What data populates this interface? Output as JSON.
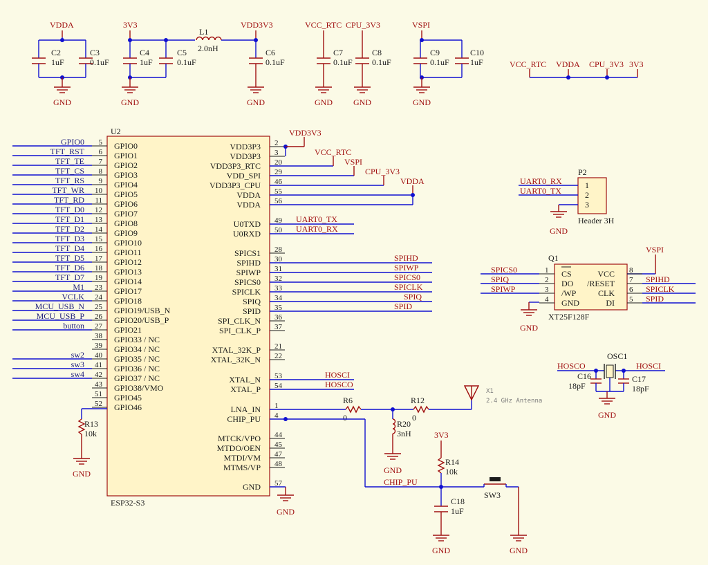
{
  "top_row": {
    "nets": [
      "VDDA",
      "3V3",
      "VDD3V3",
      "VCC_RTC",
      "CPU_3V3",
      "VSPI"
    ],
    "caps": [
      {
        "ref": "C2",
        "value": "1uF"
      },
      {
        "ref": "C3",
        "value": "0.1uF"
      },
      {
        "ref": "C4",
        "value": "1uF"
      },
      {
        "ref": "C5",
        "value": "0.1uF"
      },
      {
        "ref": "C6",
        "value": "0.1uF"
      },
      {
        "ref": "C7",
        "value": "0.1uF"
      },
      {
        "ref": "C8",
        "value": "0.1uF"
      },
      {
        "ref": "C9",
        "value": "0.1uF"
      },
      {
        "ref": "C10",
        "value": "1uF"
      }
    ],
    "inductor": {
      "ref": "L1",
      "value": "2.0nH"
    },
    "gnd_label": "GND",
    "tie_nets": [
      "VCC_RTC",
      "VDDA",
      "CPU_3V3",
      "3V3"
    ]
  },
  "u2": {
    "ref": "U2",
    "part": "ESP32-S3",
    "left_pins": [
      {
        "num": "5",
        "name": "GPIO0",
        "net": "GPIO0"
      },
      {
        "num": "6",
        "name": "GPIO1",
        "net": "TFT_RST"
      },
      {
        "num": "7",
        "name": "GPIO2",
        "net": "TFT_TE"
      },
      {
        "num": "8",
        "name": "GPIO3",
        "net": "TFT_CS"
      },
      {
        "num": "9",
        "name": "GPIO4",
        "net": "TFT_RS"
      },
      {
        "num": "10",
        "name": "GPIO5",
        "net": "TFT_WR"
      },
      {
        "num": "11",
        "name": "GPIO6",
        "net": "TFT_RD"
      },
      {
        "num": "12",
        "name": "GPIO7",
        "net": "TFT_D0"
      },
      {
        "num": "13",
        "name": "GPIO8",
        "net": "TFT_D1"
      },
      {
        "num": "14",
        "name": "GPIO9",
        "net": "TFT_D2"
      },
      {
        "num": "15",
        "name": "GPIO10",
        "net": "TFT_D3"
      },
      {
        "num": "16",
        "name": "GPIO11",
        "net": "TFT_D4"
      },
      {
        "num": "17",
        "name": "GPIO12",
        "net": "TFT_D5"
      },
      {
        "num": "18",
        "name": "GPIO13",
        "net": "TFT_D6"
      },
      {
        "num": "19",
        "name": "GPIO14",
        "net": "TFT_D7"
      },
      {
        "num": "23",
        "name": "GPIO17",
        "net": "M1"
      },
      {
        "num": "24",
        "name": "GPIO18",
        "net": "VCLK"
      },
      {
        "num": "25",
        "name": "GPIO19/USB_N",
        "net": "MCU_USB_N"
      },
      {
        "num": "26",
        "name": "GPIO20/USB_P",
        "net": "MCU_USB_P"
      },
      {
        "num": "27",
        "name": "GPIO21",
        "net": "button"
      },
      {
        "num": "38",
        "name": "GPIO33 / NC",
        "net": ""
      },
      {
        "num": "39",
        "name": "GPIO34 / NC",
        "net": ""
      },
      {
        "num": "40",
        "name": "GPIO35 / NC",
        "net": "sw2"
      },
      {
        "num": "41",
        "name": "GPIO36 / NC",
        "net": "sw3"
      },
      {
        "num": "42",
        "name": "GPIO37 / NC",
        "net": "sw4"
      },
      {
        "num": "43",
        "name": "GPIO38/VMO",
        "net": ""
      },
      {
        "num": "51",
        "name": "GPIO45",
        "net": ""
      },
      {
        "num": "52",
        "name": "GPIO46",
        "net": ""
      }
    ],
    "right_pins": [
      {
        "num": "2",
        "name": "VDD3P3"
      },
      {
        "num": "3",
        "name": "VDD3P3"
      },
      {
        "num": "20",
        "name": "VDD3P3_RTC"
      },
      {
        "num": "29",
        "name": "VDD_SPI"
      },
      {
        "num": "46",
        "name": "VDD3P3_CPU"
      },
      {
        "num": "55",
        "name": "VDDA"
      },
      {
        "num": "56",
        "name": "VDDA"
      },
      {
        "num": "49",
        "name": "U0TXD"
      },
      {
        "num": "50",
        "name": "U0RXD"
      },
      {
        "num": "28",
        "name": "SPICS1"
      },
      {
        "num": "30",
        "name": "SPIHD"
      },
      {
        "num": "31",
        "name": "SPIWP"
      },
      {
        "num": "32",
        "name": "SPICS0"
      },
      {
        "num": "33",
        "name": "SPICLK"
      },
      {
        "num": "34",
        "name": "SPIQ"
      },
      {
        "num": "35",
        "name": "SPID"
      },
      {
        "num": "36",
        "name": "SPI_CLK_N"
      },
      {
        "num": "37",
        "name": "SPI_CLK_P"
      },
      {
        "num": "21",
        "name": "XTAL_32K_P"
      },
      {
        "num": "22",
        "name": "XTAL_32K_N"
      },
      {
        "num": "53",
        "name": "XTAL_N"
      },
      {
        "num": "54",
        "name": "XTAL_P"
      },
      {
        "num": "1",
        "name": "LNA_IN"
      },
      {
        "num": "4",
        "name": "CHIP_PU"
      },
      {
        "num": "44",
        "name": "MTCK/VPO"
      },
      {
        "num": "45",
        "name": "MTDO/OEN"
      },
      {
        "num": "47",
        "name": "MTDI/VM"
      },
      {
        "num": "48",
        "name": "MTMS/VP"
      },
      {
        "num": "57",
        "name": "GND"
      }
    ],
    "right_nets": {
      "vdd3v3": "VDD3V3",
      "vcc_rtc": "VCC_RTC",
      "vspi": "VSPI",
      "cpu_3v3": "CPU_3V3",
      "vdda": "VDDA",
      "uart_tx": "UART0_TX",
      "uart_rx": "UART0_RX",
      "spihd": "SPIHD",
      "spiwp": "SPIWP",
      "spics0": "SPICS0",
      "spiclk": "SPICLK",
      "spiq": "SPIQ",
      "spid": "SPID",
      "hosci": "HOSCI",
      "hosco": "HOSCO",
      "chip_pu": "CHIP_PU"
    }
  },
  "r13": {
    "ref": "R13",
    "value": "10k"
  },
  "rf": {
    "r6": {
      "ref": "R6",
      "value": "0"
    },
    "r12": {
      "ref": "R12",
      "value": "0"
    },
    "r20": {
      "ref": "R20",
      "value": "3nH"
    },
    "antenna_ref": "X1",
    "antenna_name": "2.4 GHz Antenna"
  },
  "reset": {
    "net_3v3": "3V3",
    "r14": {
      "ref": "R14",
      "value": "10k"
    },
    "c18": {
      "ref": "C18",
      "value": "1uF"
    },
    "sw": "SW3"
  },
  "p2": {
    "ref": "P2",
    "part": "Header 3H",
    "pins": [
      "1",
      "2",
      "3"
    ],
    "nets": [
      "UART0_RX",
      "UART0_TX"
    ]
  },
  "q1": {
    "ref": "Q1",
    "part": "XT25F128F",
    "vspi": "VSPI",
    "left_pins": [
      {
        "num": "1",
        "name": "CS",
        "net": "SPICS0"
      },
      {
        "num": "2",
        "name": "DO",
        "net": "SPIQ"
      },
      {
        "num": "3",
        "name": "/WP",
        "net": "SPIWP"
      },
      {
        "num": "4",
        "name": "GND",
        "net": ""
      }
    ],
    "right_pins": [
      {
        "num": "8",
        "name": "VCC",
        "net": ""
      },
      {
        "num": "7",
        "name": "/RESET",
        "net": "SPIHD"
      },
      {
        "num": "6",
        "name": "CLK",
        "net": "SPICLK"
      },
      {
        "num": "5",
        "name": "DI",
        "net": "SPID"
      }
    ]
  },
  "osc": {
    "ref": "OSC1",
    "left_net": "HOSCO",
    "right_net": "HOSCI",
    "c16": {
      "ref": "C16",
      "value": "18pF"
    },
    "c17": {
      "ref": "C17",
      "value": "18pF"
    }
  },
  "gnd": "GND"
}
